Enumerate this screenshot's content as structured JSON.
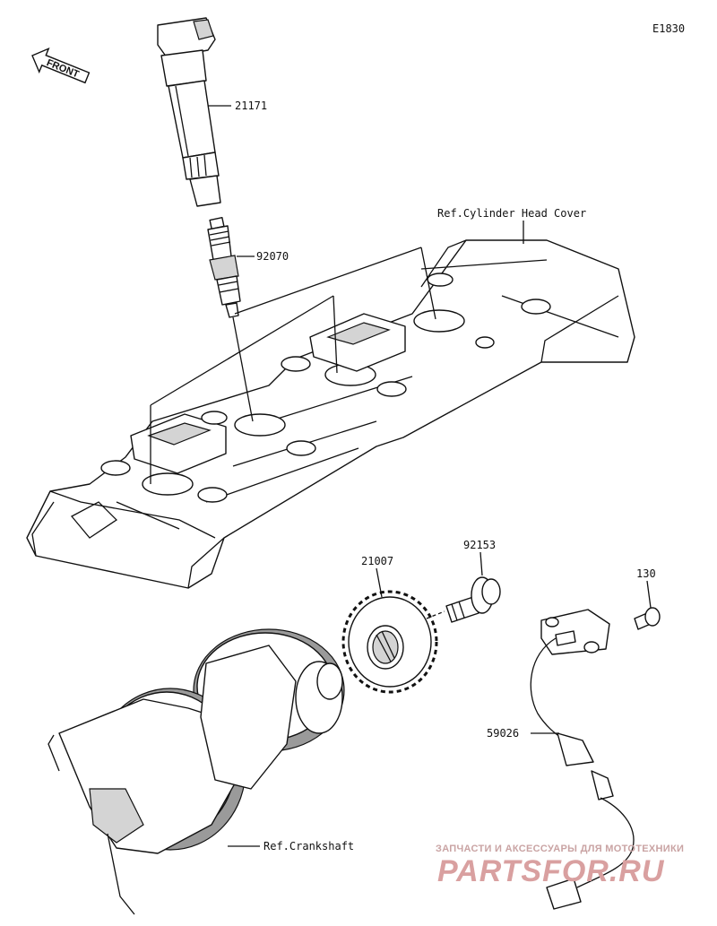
{
  "diagram": {
    "code": "E1830",
    "front_label": "FRONT",
    "parts": [
      {
        "number": "21171"
      },
      {
        "number": "92070"
      },
      {
        "number": "21007"
      },
      {
        "number": "92153"
      },
      {
        "number": "130"
      },
      {
        "number": "59026"
      }
    ],
    "references": {
      "cylinder_head_cover": "Ref.Cylinder Head Cover",
      "crankshaft": "Ref.Crankshaft"
    }
  },
  "watermark": {
    "tagline": "ЗАПЧАСТИ И АКСЕССУАРЫ ДЛЯ МОТОТЕХНИКИ",
    "brand": "PARTSFOR.RU",
    "brand_color": "#d9a0a0"
  }
}
